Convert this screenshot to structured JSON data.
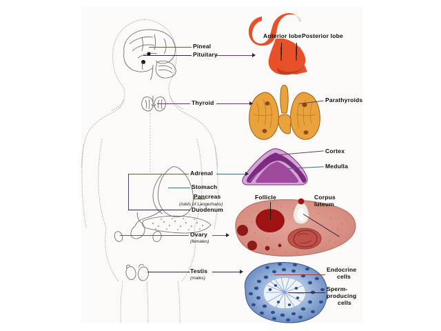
{
  "figure": {
    "title": "Human endocrine system diagram",
    "background_color": "#ffffff",
    "canvas_color": "#fbfaf8"
  },
  "labels": {
    "pineal": "Pineal",
    "pituitary": "Pituitary",
    "anterior_lobe": "Anterior lobe",
    "posterior_lobe": "Posterior lobe",
    "thyroid": "Thyroid",
    "parathyroids": "Parathyroids",
    "cortex": "Cortex",
    "medulla": "Medulla",
    "adrenal": "Adrenal",
    "stomach": "Stomach",
    "pancreas": "Pancreas",
    "islets": "(islets of Langerhans)",
    "duodenum": "Duodenum",
    "ovary": "Ovary",
    "ovary_sub": "(females)",
    "follicle": "Follicle",
    "corpus_luteum_line1": "Corpus",
    "corpus_luteum_line2": "luteum",
    "testis": "Testis",
    "testis_sub": "(males)",
    "endocrine_line1": "Endocrine",
    "endocrine_line2": "cells",
    "sperm_line1": "Sperm-",
    "sperm_line2": "producing",
    "sperm_line3": "cells"
  },
  "colors": {
    "pituitary_gland": "#e8502a",
    "pituitary_shadow": "#c33c1e",
    "thyroid_gland": "#e9a23c",
    "thyroid_dark": "#b8761f",
    "parathyroid_spot": "#8a4a16",
    "adrenal_cortex": "#d3a6d8",
    "adrenal_medulla": "#7e2a80",
    "adrenal_mid": "#a04a9e",
    "ovary_body": "#dd9289",
    "ovary_follicle": "#9e1212",
    "ovary_corpus": "#c0504a",
    "testis_tissue": "#7f9ccb",
    "testis_dark": "#2c4d8e",
    "body_outline": "#b9b4ae",
    "leader_line": "#4a3f63",
    "text": "#100c08"
  }
}
